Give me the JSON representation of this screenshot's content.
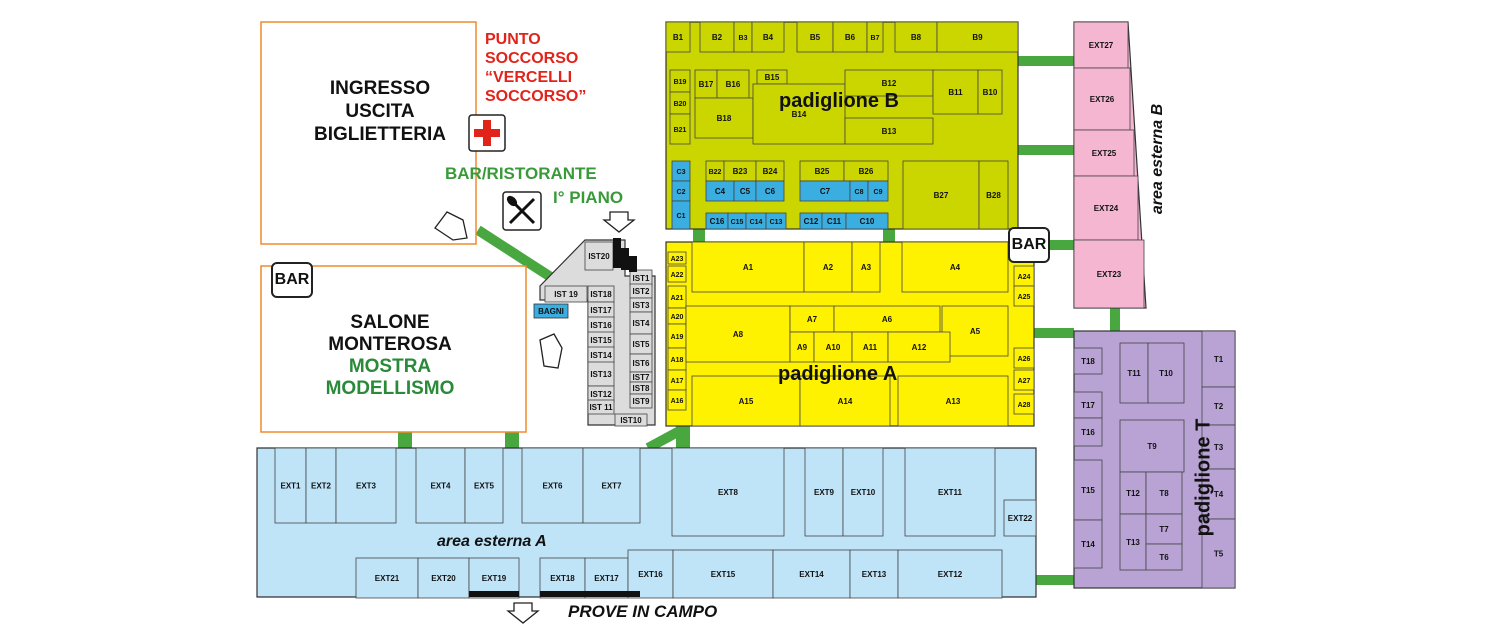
{
  "labels": {
    "ingresso": [
      "INGRESSO",
      "USCITA",
      "BIGLIETTERIA"
    ],
    "soccorso": [
      "PUNTO",
      "SOCCORSO",
      "“VERCELLI",
      "SOCCORSO”"
    ],
    "ristorante": [
      "BAR/RISTORANTE",
      "I° PIANO"
    ],
    "salone": [
      "SALONE",
      "MONTEROSA"
    ],
    "mostra": [
      "MOSTRA",
      "MODELLISMO"
    ],
    "bar": "BAR",
    "bagni": "BAGNI",
    "padiglione_b": "padiglione B",
    "padiglione_a": "padiglione A",
    "padiglione_t": "padiglione T",
    "area_esterna_a": "area esterna A",
    "area_esterna_b": "area esterna B",
    "prove": "PROVE IN CAMPO"
  },
  "colors": {
    "pad_b": "#cbd500",
    "pad_a": "#fff200",
    "pad_t": "#b9a3d5",
    "ext_a": "#bfe3f7",
    "ext_b": "#f5b6d2",
    "blue_stand": "#3aaee0",
    "connector": "#48a73f",
    "orange": "#f08a2c",
    "cross": "#e2231a"
  },
  "stands": {
    "b": [
      "B1",
      "B2",
      "B3",
      "B4",
      "B5",
      "B6",
      "B7",
      "B8",
      "B9",
      "B10",
      "B11",
      "B12",
      "B13",
      "B14",
      "B15",
      "B16",
      "B17",
      "B18",
      "B19",
      "B20",
      "B21",
      "B22",
      "B23",
      "B24",
      "B25",
      "B26",
      "B27",
      "B28"
    ],
    "c": [
      "C1",
      "C2",
      "C3",
      "C4",
      "C5",
      "C6",
      "C7",
      "C8",
      "C9",
      "C10",
      "C11",
      "C12",
      "C13",
      "C14",
      "C15",
      "C16"
    ],
    "a": [
      "A1",
      "A2",
      "A3",
      "A4",
      "A5",
      "A6",
      "A7",
      "A8",
      "A9",
      "A10",
      "A11",
      "A12",
      "A13",
      "A14",
      "A15",
      "A16",
      "A17",
      "A18",
      "A19",
      "A20",
      "A21",
      "A22",
      "A23",
      "A24",
      "A25",
      "A26",
      "A27",
      "A28"
    ],
    "ist": [
      "IST1",
      "IST2",
      "IST3",
      "IST4",
      "IST5",
      "IST6",
      "IST7",
      "IST8",
      "IST9",
      "IST10",
      "IST 11",
      "IST12",
      "IST13",
      "IST14",
      "IST15",
      "IST16",
      "IST17",
      "IST18",
      "IST 19",
      "IST20"
    ],
    "t": [
      "T1",
      "T2",
      "T3",
      "T4",
      "T5",
      "T6",
      "T7",
      "T8",
      "T9",
      "T10",
      "T11",
      "T12",
      "T13",
      "T14",
      "T15",
      "T16",
      "T17",
      "T18"
    ],
    "ext_a": [
      "EXT1",
      "EXT2",
      "EXT3",
      "EXT4",
      "EXT5",
      "EXT6",
      "EXT7",
      "EXT8",
      "EXT9",
      "EXT10",
      "EXT11",
      "EXT12",
      "EXT13",
      "EXT14",
      "EXT15",
      "EXT16",
      "EXT17",
      "EXT18",
      "EXT19",
      "EXT20",
      "EXT21",
      "EXT22"
    ],
    "ext_b": [
      "EXT23",
      "EXT24",
      "EXT25",
      "EXT26",
      "EXT27"
    ]
  }
}
